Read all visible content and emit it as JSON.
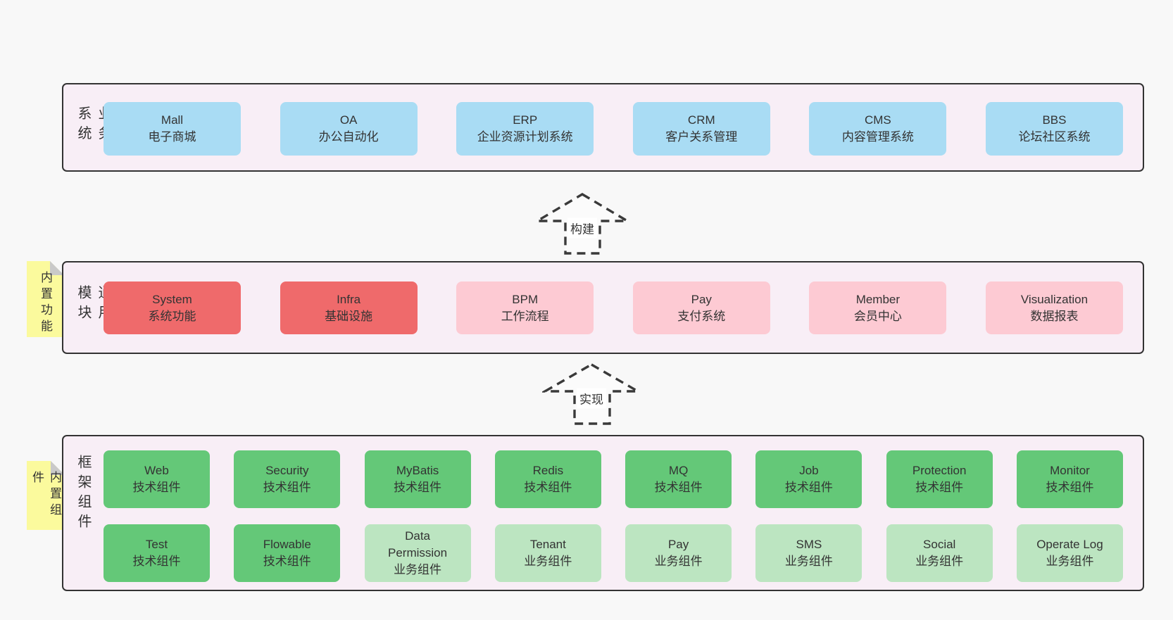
{
  "palette": {
    "bg": "#f8f8f8",
    "panel_bg": "#f8eef6",
    "panel_border": "#333333",
    "text": "#333333",
    "blue": "#a9dcf4",
    "red": "#ef6a6b",
    "pink": "#fdcad3",
    "green": "#64c878",
    "light_green": "#bce5c1",
    "tab_yellow": "#fbfa9d",
    "tab_fold": "#c9c9c9",
    "arrow": "#3a3a3a",
    "arrow_fill": "#fbfbfb",
    "label_bg": "#ffffff"
  },
  "layers": [
    {
      "id": "business",
      "side_label": "业务系统",
      "rows": [
        [
          {
            "title": "Mall",
            "subtitle": "电子商城",
            "color": "blue"
          },
          {
            "title": "OA",
            "subtitle": "办公自动化",
            "color": "blue"
          },
          {
            "title": "ERP",
            "subtitle": "企业资源计划系统",
            "color": "blue"
          },
          {
            "title": "CRM",
            "subtitle": "客户关系管理",
            "color": "blue"
          },
          {
            "title": "CMS",
            "subtitle": "内容管理系统",
            "color": "blue"
          },
          {
            "title": "BBS",
            "subtitle": "论坛社区系统",
            "color": "blue"
          }
        ]
      ]
    },
    {
      "id": "modules",
      "side_label": "通用模块",
      "tab_label": "内置功能",
      "rows": [
        [
          {
            "title": "System",
            "subtitle": "系统功能",
            "color": "red"
          },
          {
            "title": "Infra",
            "subtitle": "基础设施",
            "color": "red"
          },
          {
            "title": "BPM",
            "subtitle": "工作流程",
            "color": "pink"
          },
          {
            "title": "Pay",
            "subtitle": "支付系统",
            "color": "pink"
          },
          {
            "title": "Member",
            "subtitle": "会员中心",
            "color": "pink"
          },
          {
            "title": "Visualization",
            "subtitle": "数据报表",
            "color": "pink"
          }
        ]
      ]
    },
    {
      "id": "components",
      "side_label": "框架组件",
      "tab_label": "内置组件",
      "rows": [
        [
          {
            "title": "Web",
            "subtitle": "技术组件",
            "color": "green"
          },
          {
            "title": "Security",
            "subtitle": "技术组件",
            "color": "green"
          },
          {
            "title": "MyBatis",
            "subtitle": "技术组件",
            "color": "green"
          },
          {
            "title": "Redis",
            "subtitle": "技术组件",
            "color": "green"
          },
          {
            "title": "MQ",
            "subtitle": "技术组件",
            "color": "green"
          },
          {
            "title": "Job",
            "subtitle": "技术组件",
            "color": "green"
          },
          {
            "title": "Protection",
            "subtitle": "技术组件",
            "color": "green"
          },
          {
            "title": "Monitor",
            "subtitle": "技术组件",
            "color": "green"
          }
        ],
        [
          {
            "title": "Test",
            "subtitle": "技术组件",
            "color": "green"
          },
          {
            "title": "Flowable",
            "subtitle": "技术组件",
            "color": "green"
          },
          {
            "title": "Data Permission",
            "subtitle": "业务组件",
            "color": "light_green"
          },
          {
            "title": "Tenant",
            "subtitle": "业务组件",
            "color": "light_green"
          },
          {
            "title": "Pay",
            "subtitle": "业务组件",
            "color": "light_green"
          },
          {
            "title": "SMS",
            "subtitle": "业务组件",
            "color": "light_green"
          },
          {
            "title": "Social",
            "subtitle": "业务组件",
            "color": "light_green"
          },
          {
            "title": "Operate Log",
            "subtitle": "业务组件",
            "color": "light_green"
          }
        ]
      ]
    }
  ],
  "arrows": [
    {
      "label": "构建"
    },
    {
      "label": "实现"
    }
  ]
}
